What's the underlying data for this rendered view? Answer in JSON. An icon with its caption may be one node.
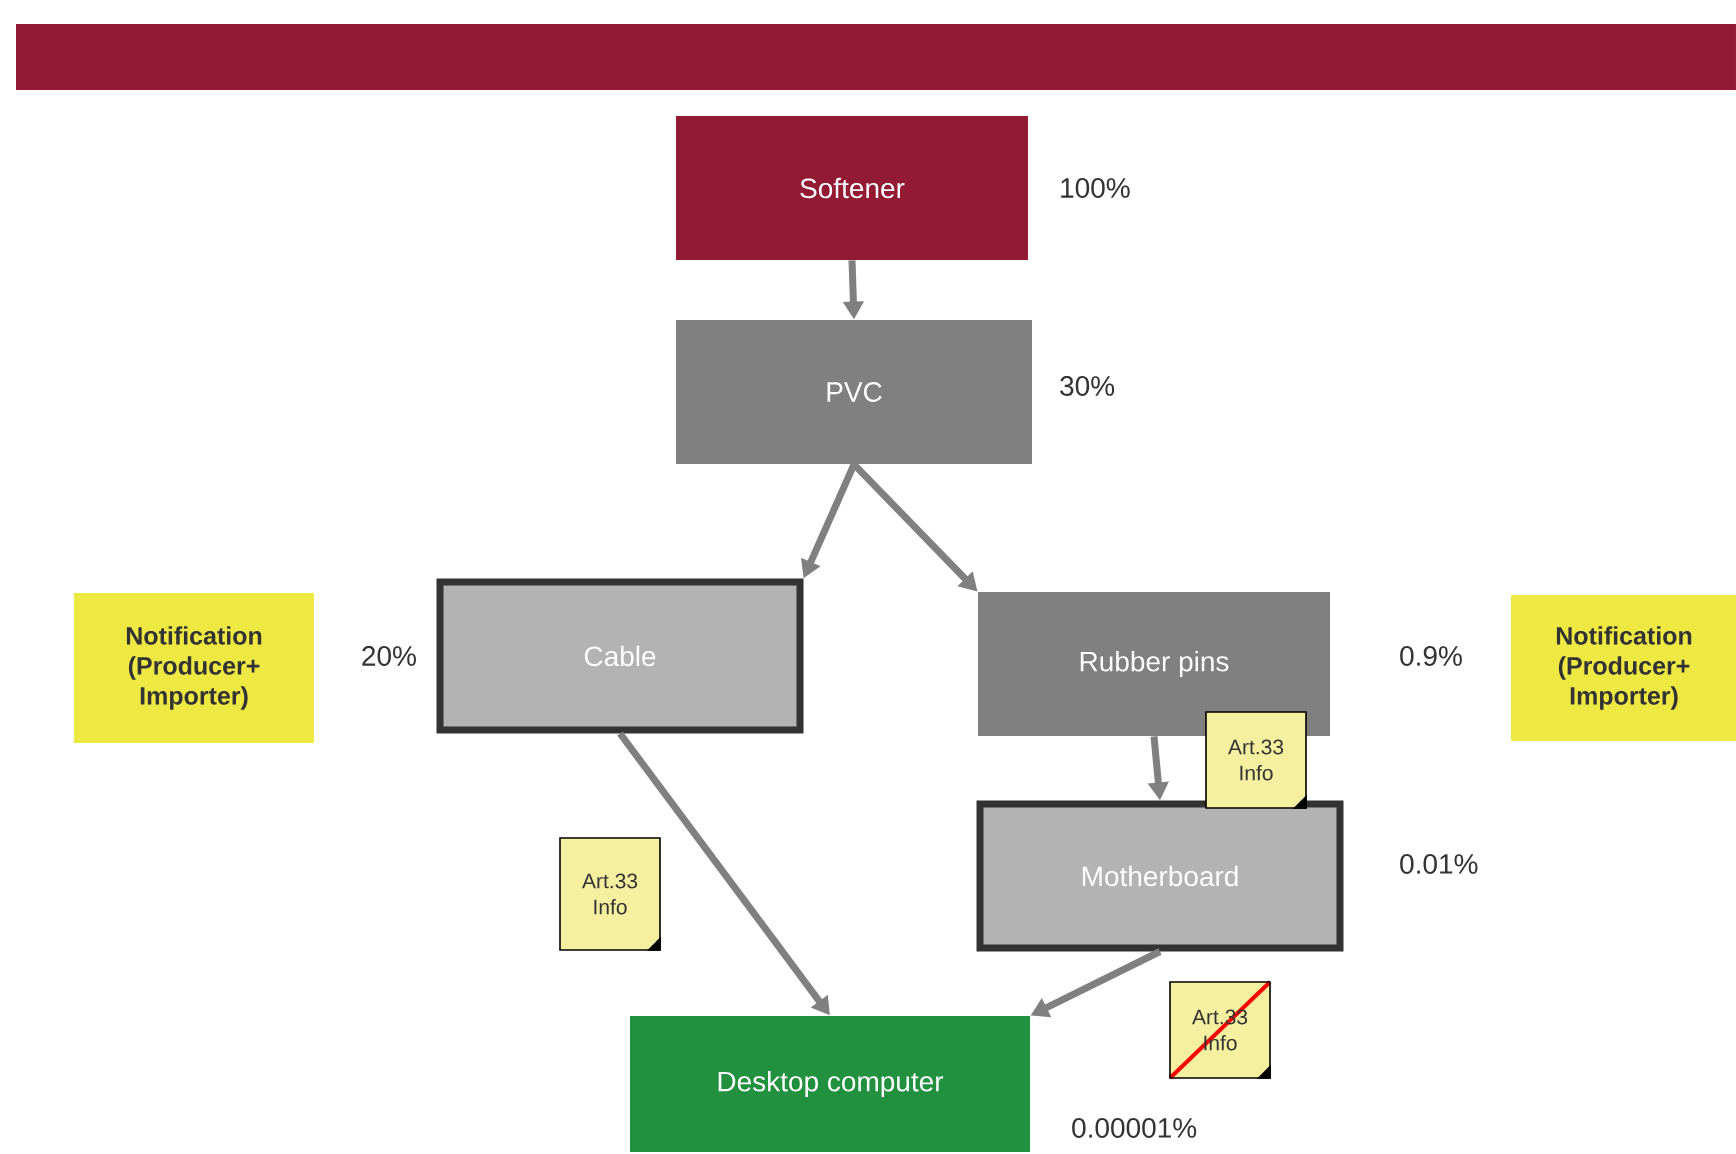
{
  "diagram": {
    "nodes": [
      {
        "text": [
          "Softener"
        ],
        "beside": [
          "100%"
        ]
      },
      {
        "text": [
          "PVC"
        ],
        "beside": [
          "30%"
        ]
      },
      {
        "text": [
          "Cable"
        ],
        "beside": [
          "20%"
        ]
      },
      {
        "text": [
          "Rubber pins"
        ],
        "beside": [
          "0.9%"
        ]
      },
      {
        "text": [
          "Motherboard"
        ],
        "beside": [
          "0.01%"
        ]
      },
      {
        "text": [
          "Desktop computer"
        ],
        "beside": [
          "0.00001%"
        ]
      },
      {
        "text": [
          "Notification (Producer+ Importer)"
        ]
      },
      {
        "text": [
          "Notification (Producer+ Importer)"
        ]
      },
      {
        "text": [
          "Art.33 Info"
        ]
      },
      {
        "text": [
          "Art.33 Info"
        ]
      },
      {
        "text": [
          "Art.33 Info"
        ]
      }
    ],
    "edges": [
      {
        "from": 0,
        "to": 1,
        "arrow": "to"
      },
      {
        "from": 1,
        "to": 2,
        "arrow": "to"
      },
      {
        "from": 1,
        "to": 3,
        "arrow": "to"
      },
      {
        "from": 2,
        "to": 5,
        "arrow": "to"
      },
      {
        "from": 3,
        "to": 4,
        "arrow": "to"
      },
      {
        "from": 4,
        "to": 5,
        "arrow": "to"
      }
    ]
  }
}
